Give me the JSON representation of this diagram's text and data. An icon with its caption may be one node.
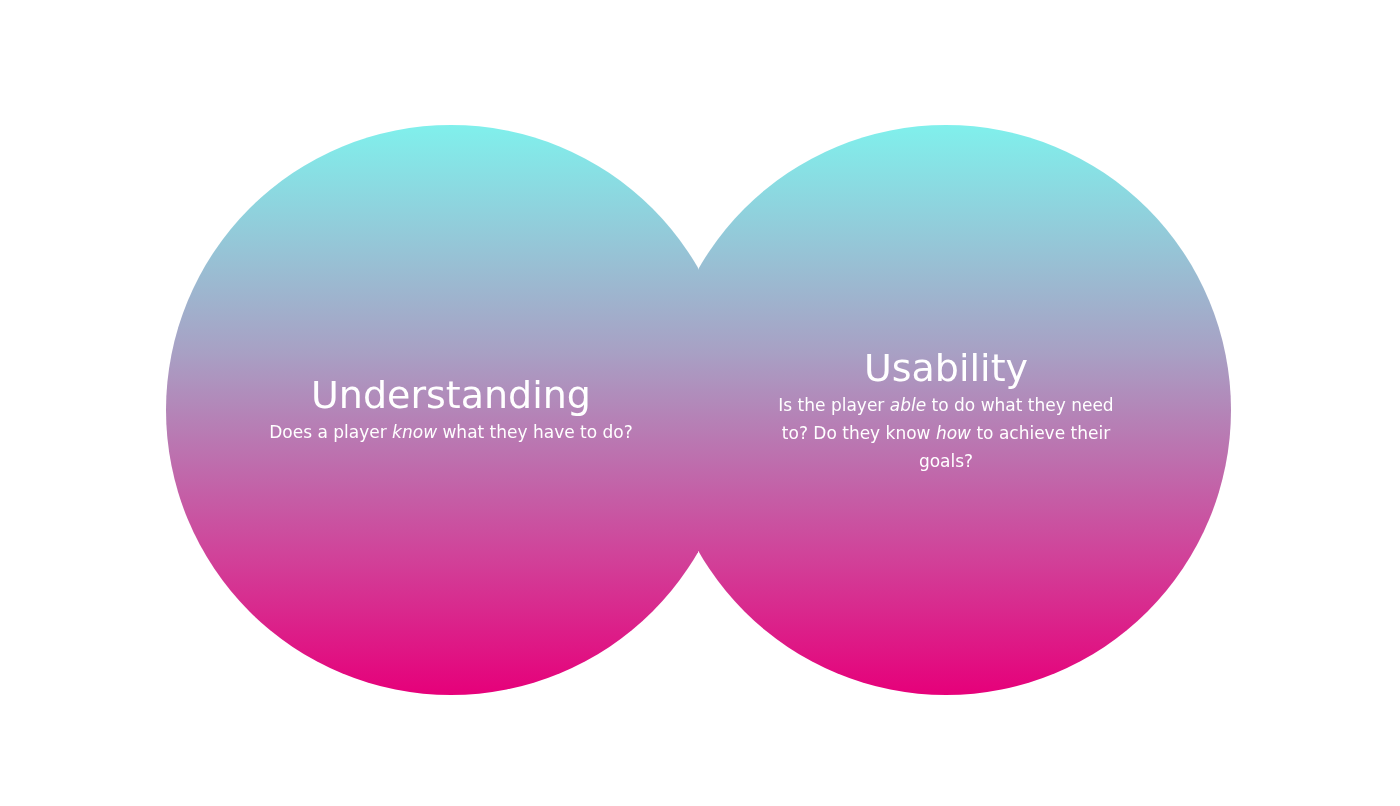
{
  "diagram": {
    "nodes": [
      {
        "text": [
          "Understanding",
          "Does a player *know* what they have to do?"
        ]
      },
      {
        "text": [
          "Usability",
          "Is the player *able* to do what they need to? Do they know *how* to achieve their goals?"
        ]
      }
    ]
  }
}
